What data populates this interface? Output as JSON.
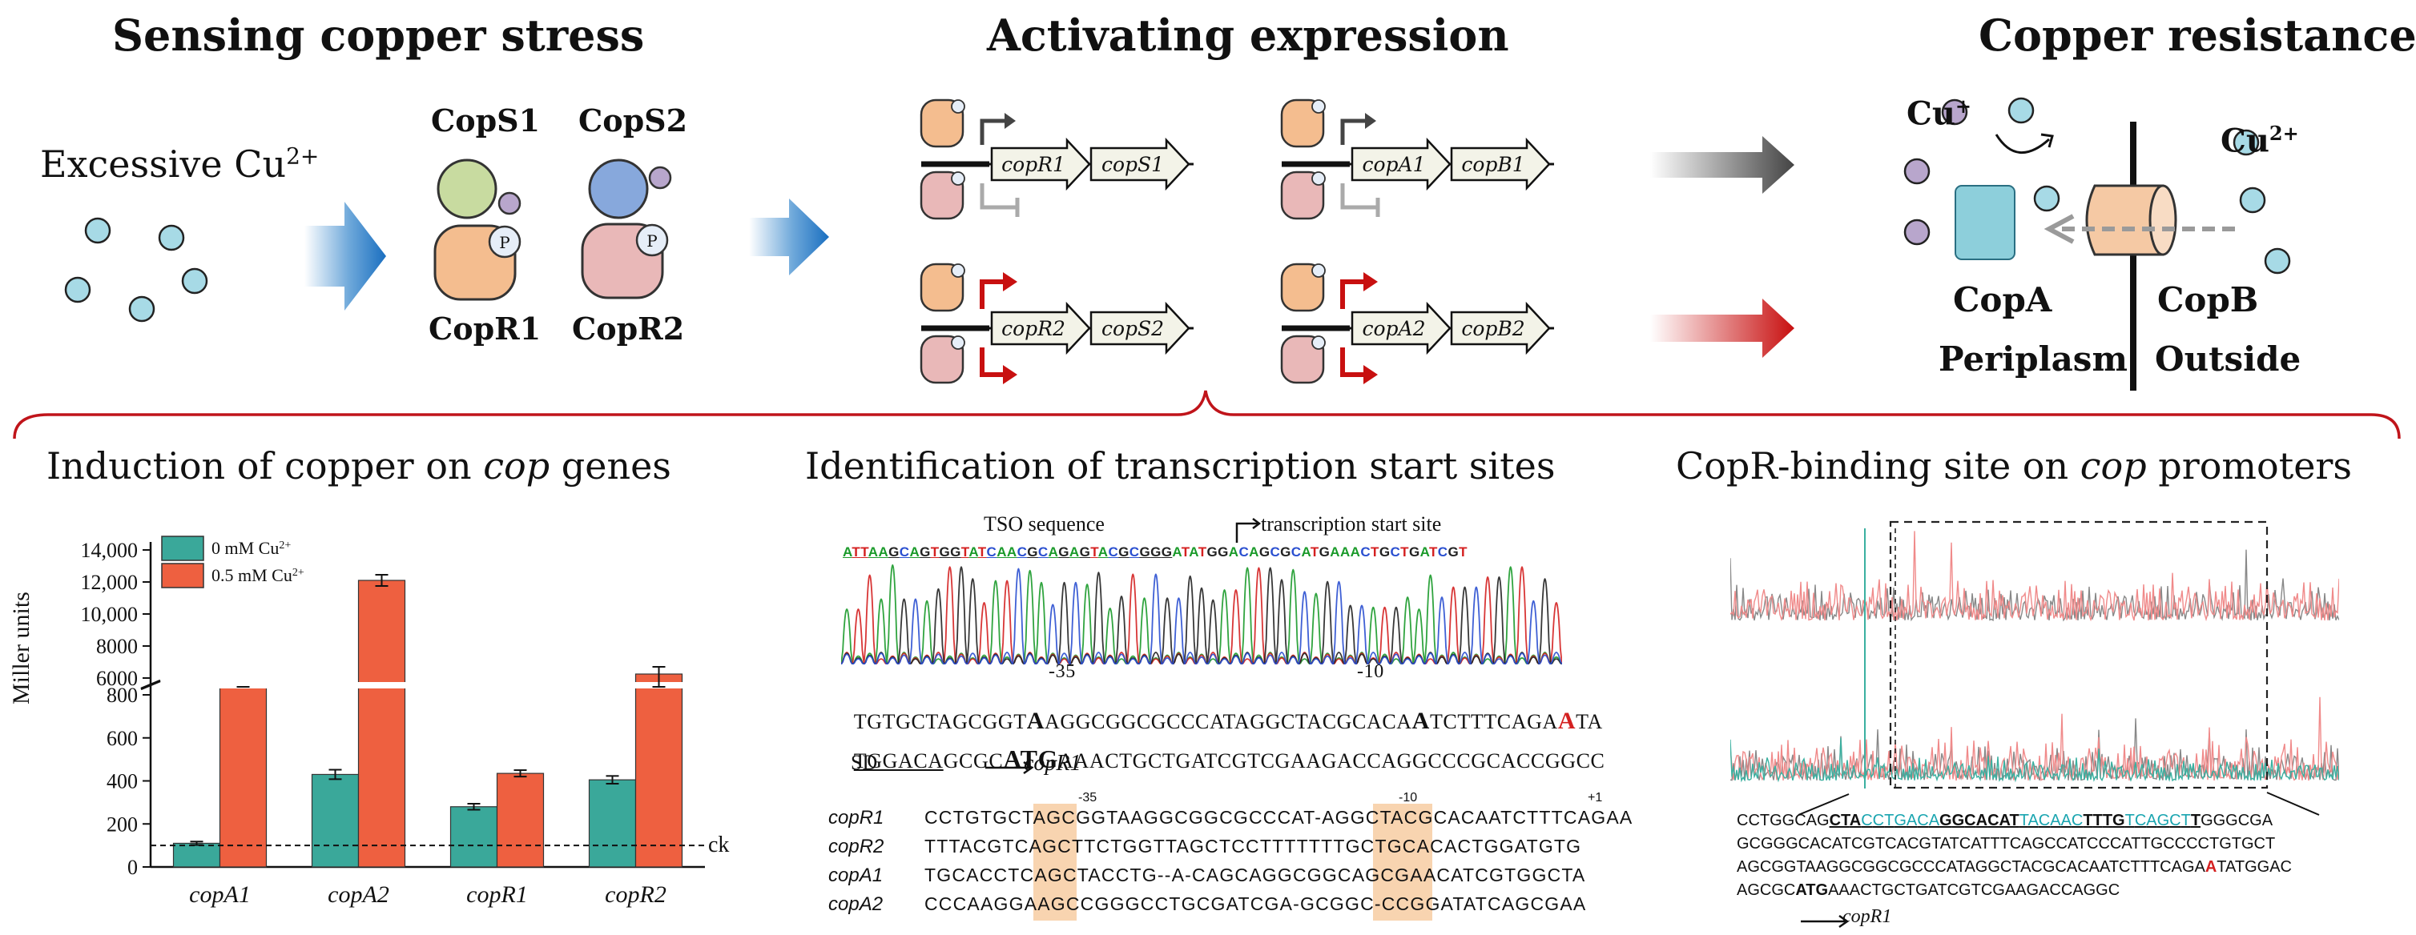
{
  "headers": {
    "sensing": "Sensing copper stress",
    "activating": "Activating expression",
    "resistance": "Copper resistance"
  },
  "sensing": {
    "excessive_label": "Excessive Cu",
    "excessive_sup": "2+",
    "copS1": "CopS1",
    "copS2": "CopS2",
    "copR1": "CopR1",
    "copR2": "CopR2",
    "p_mark": "P"
  },
  "activating": {
    "genes": [
      "copR1",
      "copS1",
      "copA1",
      "copB1",
      "copR2",
      "copS2",
      "copA2",
      "copB2"
    ]
  },
  "resistance": {
    "cu_plus": "Cu",
    "cu_plus_sup": "+",
    "cu_2plus": "Cu",
    "cu_2plus_sup": "2+",
    "copA": "CopA",
    "copB": "CopB",
    "periplasm": "Periplasm",
    "outside": "Outside"
  },
  "bottom_titles": {
    "induction_pre": "Induction of copper on ",
    "induction_ital": "cop",
    "induction_post": " genes",
    "tss": "Identification of transcription start sites",
    "binding_pre": "CopR-binding site on ",
    "binding_ital": "cop",
    "binding_post": " promoters"
  },
  "chart_data": {
    "type": "bar",
    "categories": [
      "copA1",
      "copA2",
      "copR1",
      "copR2"
    ],
    "series": [
      {
        "name": "0 mM Cu2+",
        "values": [
          110,
          430,
          280,
          405
        ]
      },
      {
        "name": "0.5 mM Cu2+",
        "values": [
          890,
          12100,
          435,
          6250
        ]
      }
    ],
    "error": [
      [
        8,
        22,
        14,
        18
      ],
      [
        70,
        350,
        15,
        450
      ]
    ],
    "ylabel": "Miller units",
    "ticks_lower": [
      "0",
      "200",
      "400",
      "600",
      "800"
    ],
    "ticks_upper": [
      "6000",
      "8000",
      "10,000",
      "12,000",
      "14,000"
    ],
    "ck_label": "ck",
    "ck_value": 100,
    "legend": [
      "0 mM Cu",
      "0.5 mM Cu"
    ],
    "legend_sup": "2+",
    "colors": [
      "#3aa89a",
      "#ee6040"
    ],
    "axis_break": true
  },
  "tss": {
    "tso_label": "TSO sequence",
    "tss_label": "transcription start site",
    "chrom_seq": "ATTAAGCAGTGGTATCAACGCAGAGTACGCGGGATATGGACAGCGCATGAAACTGCTGATCGT",
    "m35": "-35",
    "m10": "-10",
    "line1_a": "TGTGCTAGCGGT",
    "line1_b": "A",
    "line1_c": "AGGCGGCGCCCATAGGCTACGCACA",
    "line1_d": "A",
    "line1_e": "TCTTTCAGA",
    "line1_f": "A",
    "line1_g": "TA",
    "line2_sd": "TGGACA",
    "line2_b": "GCGC",
    "line2_atg": "ATG",
    "line2_c": "AAACTGCTGATCGTCGAAGACCAGGCCCGCACCGGCC",
    "sd_label": "SD",
    "gene_label": "copR1",
    "align_rows": [
      {
        "name": "copR1",
        "seq": "CCTGTGCTAGCGGTAAGGCGGCGCCCAT-AGGCTACGCACAATCTTTCAGAA"
      },
      {
        "name": "copR2",
        "seq": "TTTACGTCAGCTTCTGGTTAGCTCCTTTTTTTGCTGCACACTGGATGTG"
      },
      {
        "name": "copA1",
        "seq": "TGCACCTCAGCTACCTG--A-CAGCAGGCGGCAGCGAACATCGTGGCTA"
      },
      {
        "name": "copA2",
        "seq": "CCCAAGGAAGCCGGGCCTGCGATCGA-GCGGC-CCGGATATCAGCGAA"
      }
    ],
    "align_m35": "-35",
    "align_m10": "-10",
    "align_p1": "+1"
  },
  "binding": {
    "seq_lines": [
      "CCTGGCAGCTACCTGACAGGCACATTACAACTTTGTCAGCTTGGGCGA",
      "GCGGGCACATCGTCACGTATCATTTCAGCCATCCCATTGCCCCTGTGCT",
      "AGCGGTAAGGCGGCGCCCATAGGCTACGCACAATCTTTCAGAATATGGAC",
      "AGCGCATGAAACTGCTGATCGTCGAAGACCAGGC"
    ],
    "gene_label": "copR1"
  }
}
